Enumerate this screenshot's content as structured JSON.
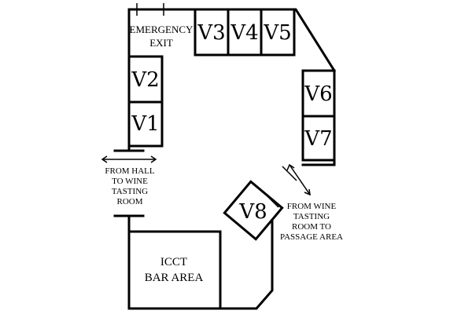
{
  "emergency_exit": {
    "line1": "EMERGENCY",
    "line2": "EXIT"
  },
  "booths": [
    {
      "label": "V1"
    },
    {
      "label": "V2"
    },
    {
      "label": "V3"
    },
    {
      "label": "V4"
    },
    {
      "label": "V5"
    },
    {
      "label": "V6"
    },
    {
      "label": "V7"
    },
    {
      "label": "V8"
    }
  ],
  "hall_entrance": {
    "lines": [
      "FROM HALL",
      "TO WINE",
      "TASTING",
      "ROOM"
    ]
  },
  "passage_exit": {
    "lines": [
      "FROM WINE",
      "TASTING",
      "ROOM TO",
      "PASSAGE AREA"
    ]
  },
  "bar_area": {
    "line1": "ICCT",
    "line2": "BAR AREA"
  }
}
